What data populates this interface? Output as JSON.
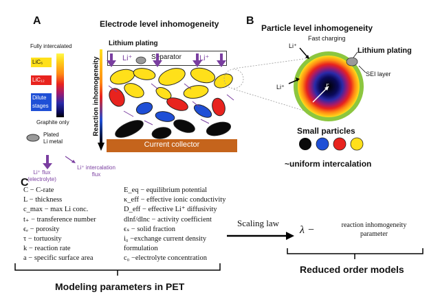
{
  "panel_a": {
    "letter": "A",
    "title": "Electrode level inhomogeneity",
    "lithium_plating": "Lithium plating",
    "separator": "Separator",
    "li_plus": "Li⁺",
    "reaction_inhomogeneity": "Reaction inhomogeneity",
    "current_collector": "Current collector",
    "legend": {
      "fully_intercalated": "Fully intercalated",
      "lic6": "LiC₆",
      "lic12": "LiC₁₂",
      "dilute_stages": "Dilute stages",
      "graphite_only": "Graphite only",
      "plated_li_metal": "Plated\nLi metal",
      "plated_1": "Plated",
      "plated_2": "Li metal",
      "li_flux_1": "Li⁺ flux",
      "li_flux_2": "(electrolyte)",
      "li_intercalation_1": "Li⁺ intercalation",
      "li_intercalation_2": "flux"
    }
  },
  "panel_b": {
    "letter": "B",
    "title": "Particle level inhomogeneity",
    "fast_charging": "Fast charging",
    "li_plus": "Li⁺",
    "lithium_plating": "Lithium plating",
    "sei_layer": "SEI layer",
    "r_label": "r",
    "small_particles": "Small particles",
    "uniform_intercalation": "~uniform intercalation"
  },
  "panel_c": {
    "letter": "C",
    "params_left": [
      "C − C-rate",
      "L − thickness",
      "c_max − max Li conc.",
      "t₊ − transference number",
      "ϵₑ − porosity",
      "τ − tortuosity",
      "k − reaction rate",
      "a − specific surface area"
    ],
    "params_right": [
      "E_eq − equilibrium potential",
      "κ_eff − effective ionic conductivity",
      "D_eff − effective Li⁺ diffusivity",
      "dlnf/dlnc − activity coefficient",
      "ϵₛ − solid fraction",
      "i₀ −exchange current density",
      "formulation",
      "c₀ −electrolyte concentration"
    ],
    "scaling_law": "Scaling law",
    "lambda": "λ −",
    "lambda_desc_1": "reaction inhomogeneity",
    "lambda_desc_2": "parameter",
    "modeling_parameters": "Modeling parameters in PET",
    "reduced_order_models": "Reduced order models"
  },
  "colors": {
    "yellow": "#ffe01a",
    "red": "#e8231e",
    "blue": "#1f4fd6",
    "black": "#0a0a0a",
    "green": "#8cc63f",
    "purple": "#7a3ea0",
    "collector": "#c5641c"
  }
}
